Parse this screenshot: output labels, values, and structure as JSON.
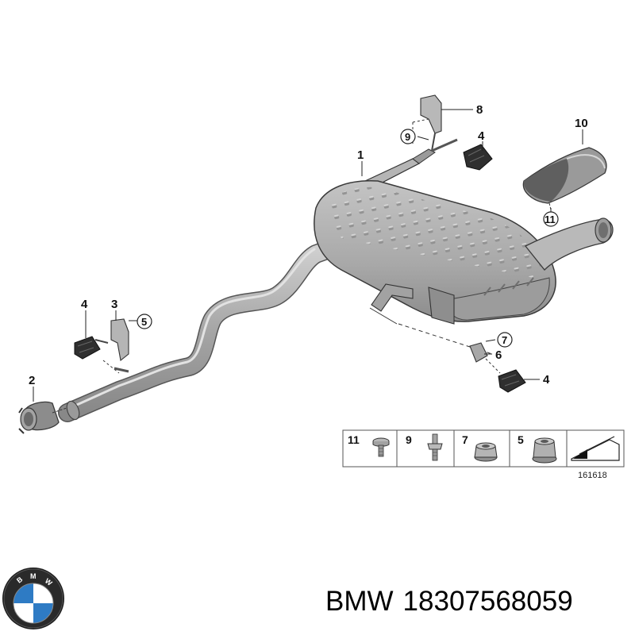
{
  "callouts": {
    "c1": "1",
    "c2": "2",
    "c3": "3",
    "c4a": "4",
    "c4b": "4",
    "c4c": "4",
    "c5": "5",
    "c6": "6",
    "c7": "7",
    "c8": "8",
    "c9": "9",
    "c10": "10",
    "c11": "11"
  },
  "legend": [
    {
      "num": "11",
      "icon": "flange-screw-icon"
    },
    {
      "num": "9",
      "icon": "stud-bolt-icon"
    },
    {
      "num": "7",
      "icon": "hex-nut-icon"
    },
    {
      "num": "5",
      "icon": "collar-nut-icon"
    },
    {
      "num": "",
      "icon": "cut-wedge-icon"
    }
  ],
  "diagram_id": "161618",
  "caption": {
    "brand": "BMW",
    "part_number": "18307568059"
  },
  "colors": {
    "part_fill": "#a9a9a9",
    "part_dark": "#7d7d7d",
    "part_light": "#c8c8c8",
    "rubber": "#3a3a3a",
    "line": "#222222"
  }
}
